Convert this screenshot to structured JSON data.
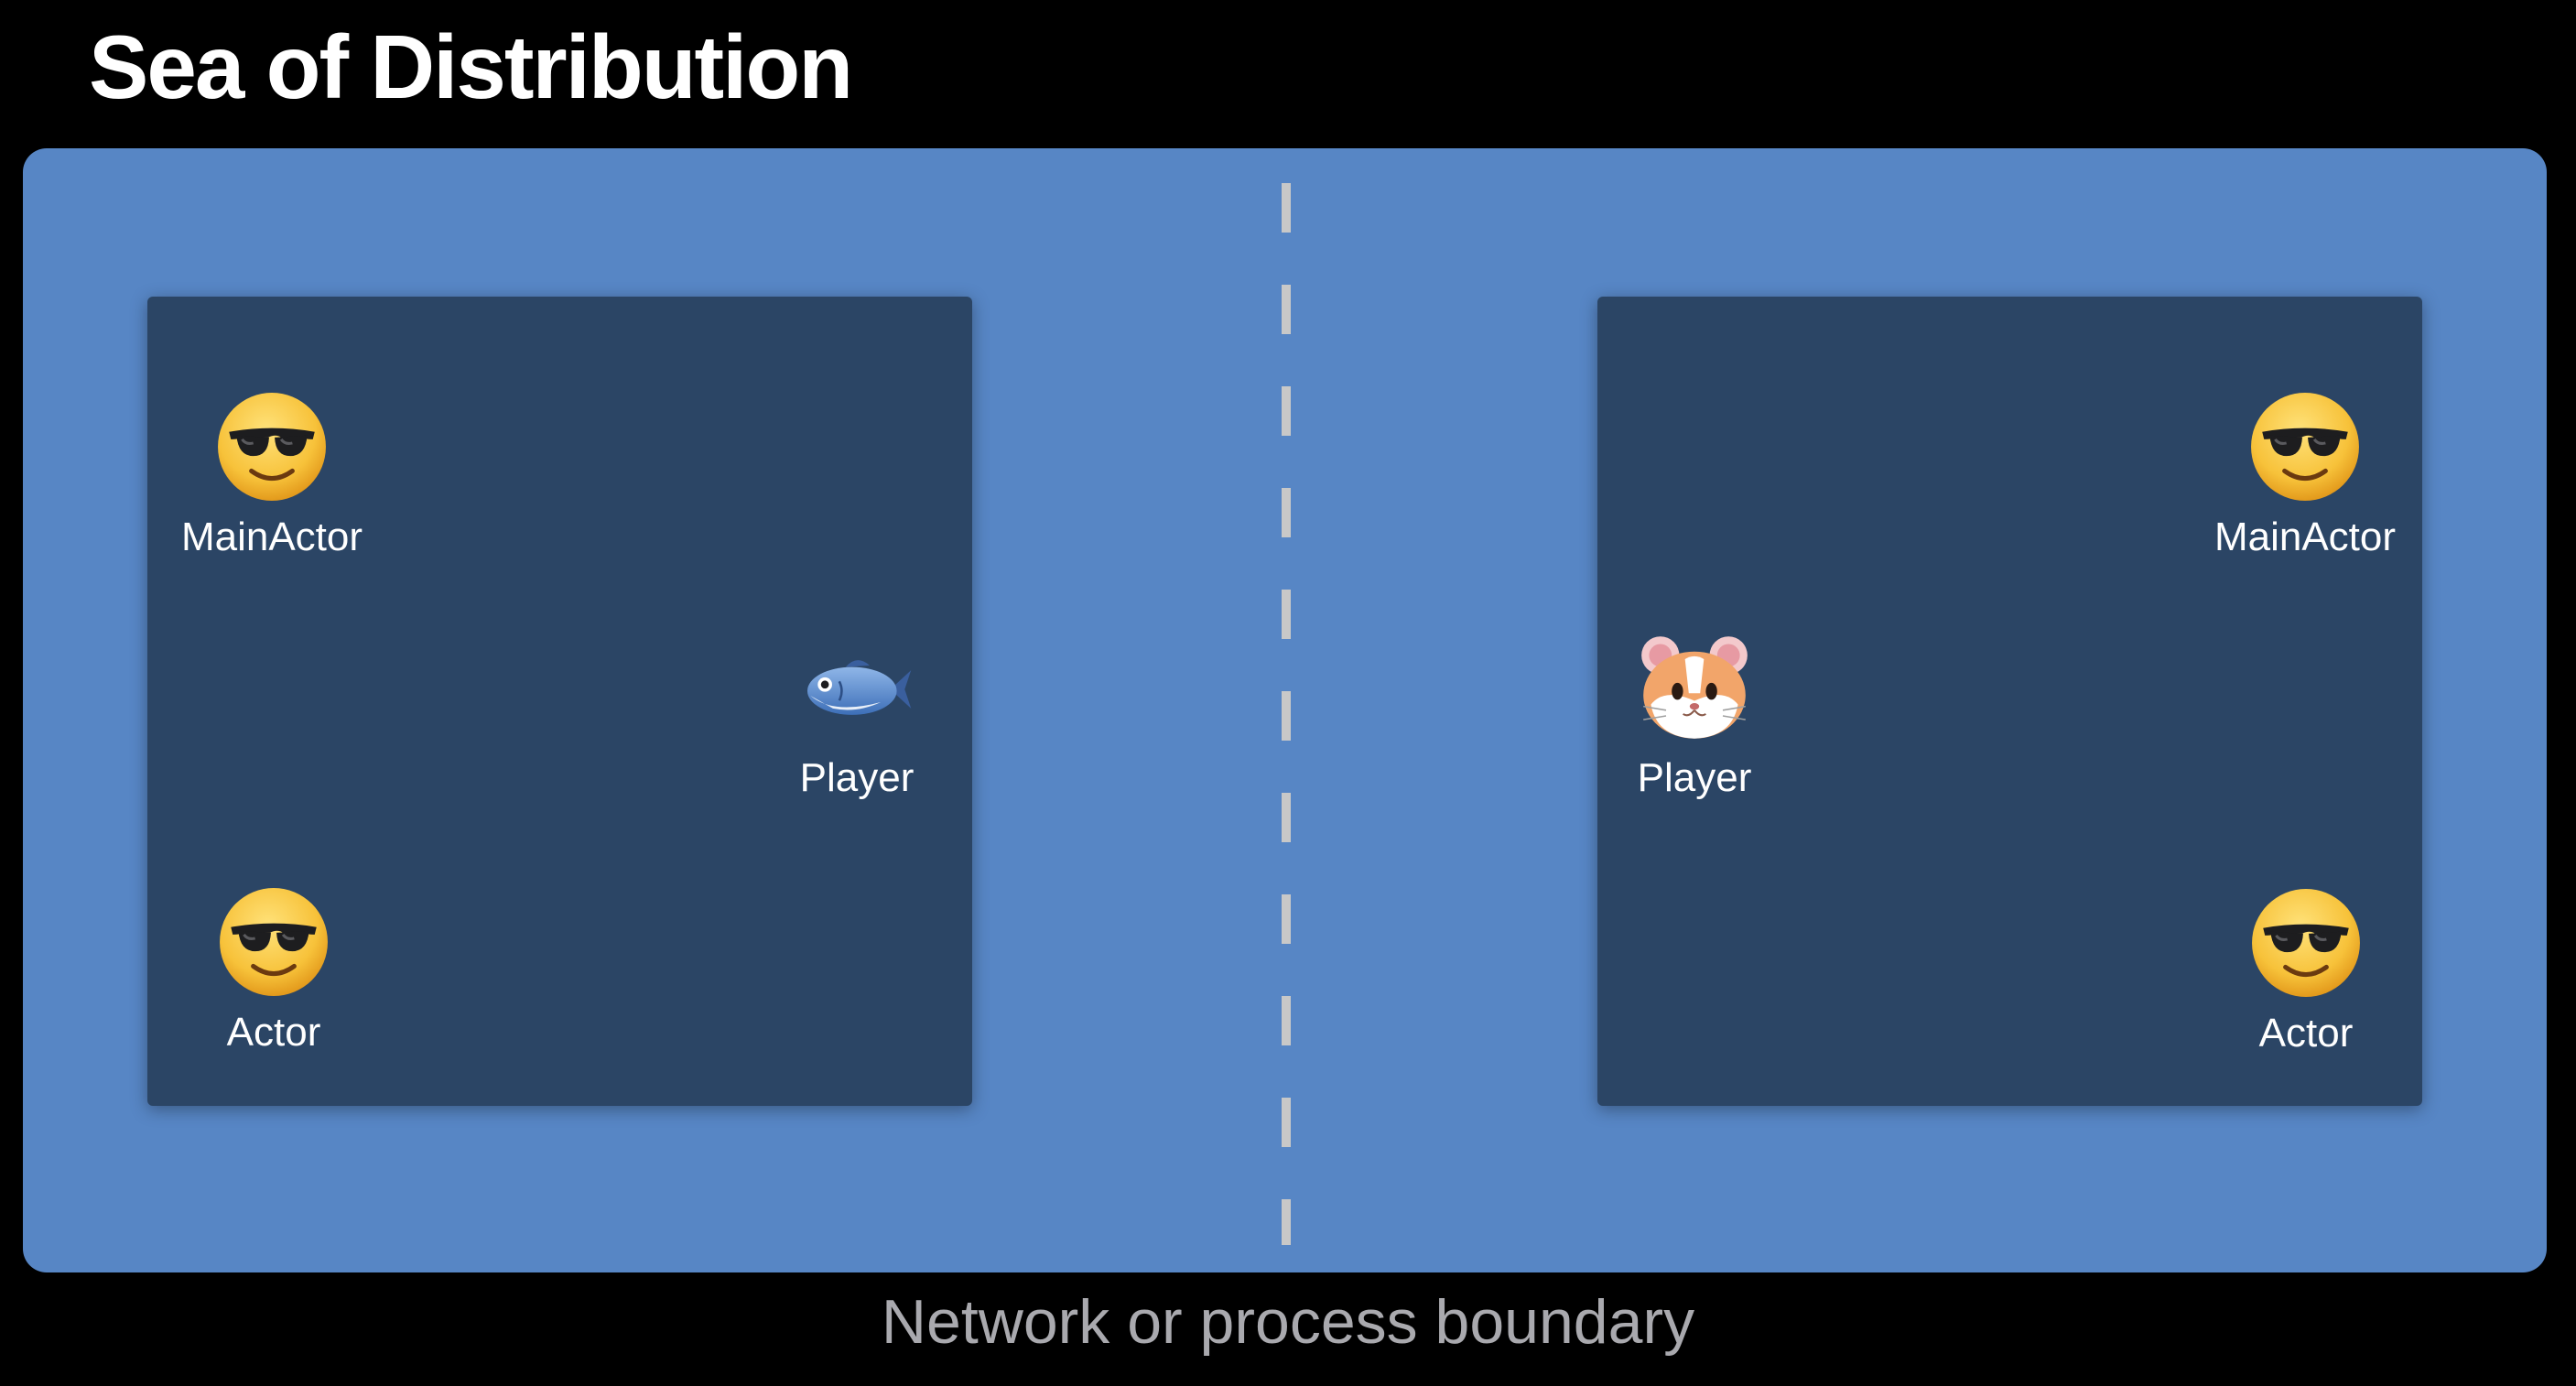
{
  "slide": {
    "title": "Sea of Distribution",
    "footer": "Network or process boundary"
  },
  "left_process": {
    "main_actor": {
      "label": "MainActor",
      "icon": "smiling-face-with-sunglasses-icon"
    },
    "player": {
      "label": "Player",
      "icon": "fish-icon"
    },
    "actor": {
      "label": "Actor",
      "icon": "smiling-face-with-sunglasses-icon"
    }
  },
  "right_process": {
    "main_actor": {
      "label": "MainActor",
      "icon": "smiling-face-with-sunglasses-icon"
    },
    "player": {
      "label": "Player",
      "icon": "hamster-icon"
    },
    "actor": {
      "label": "Actor",
      "icon": "smiling-face-with-sunglasses-icon"
    }
  },
  "colors": {
    "sea": "#5786c5",
    "process_box": "#2b4565",
    "boundary_dash": "#c8c8c8",
    "footer_text": "#a9a9ae"
  }
}
